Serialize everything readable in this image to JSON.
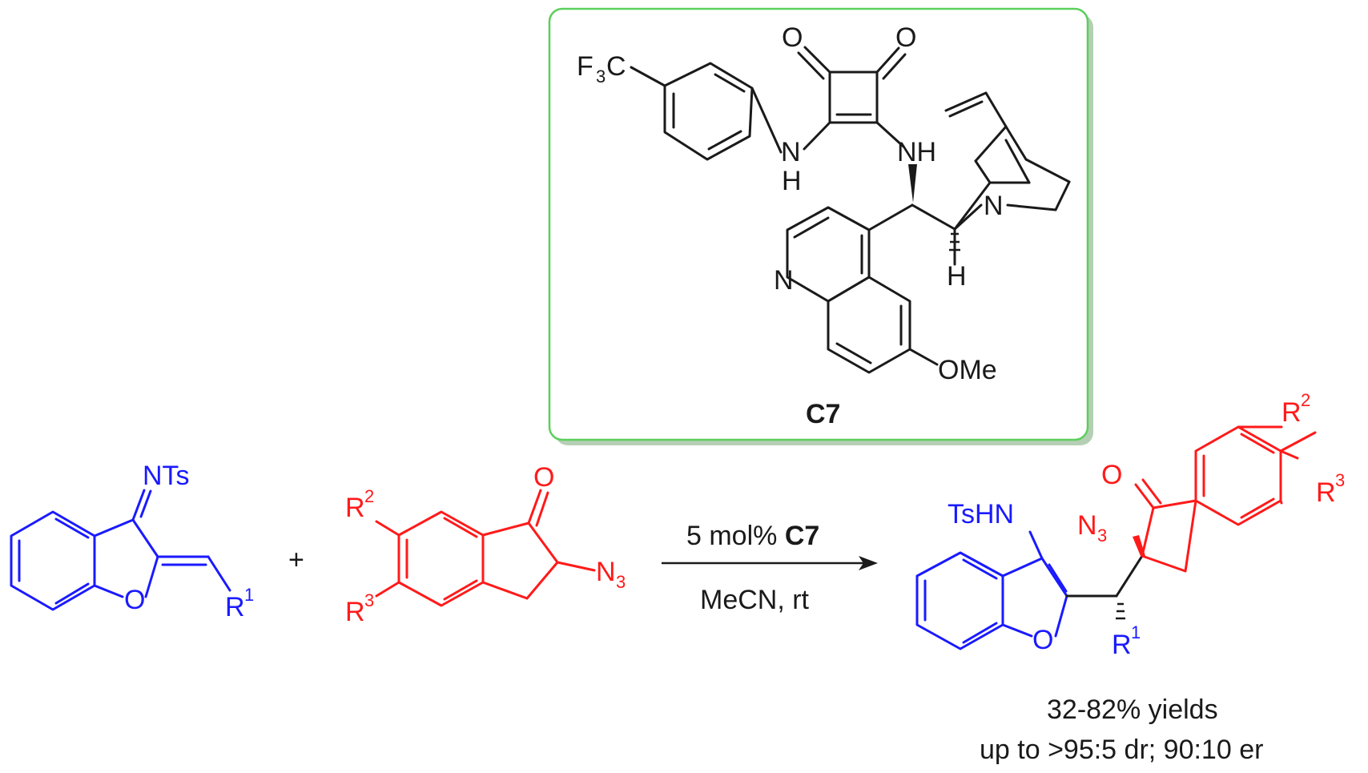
{
  "catalyst": {
    "label": "C7",
    "atoms": {
      "cf3_f": "F",
      "cf3_3": "3",
      "cf3_c": "C",
      "o1": "O",
      "o2": "O",
      "nh_left_n": "N",
      "nh_left_h": "H",
      "nh_right": "NH",
      "quin_n": "N",
      "h_bridge": "H",
      "ome": "OMe",
      "bicyclic_n": "N"
    }
  },
  "reactant1": {
    "nts": "NTs",
    "o": "O",
    "r": "R",
    "r_sup": "1"
  },
  "plus": "+",
  "reactant2": {
    "o": "O",
    "r2": "R",
    "r2_sup": "2",
    "r3": "R",
    "r3_sup": "3",
    "n3": "N",
    "n3_sub": "3"
  },
  "conditions": {
    "line1_prefix": "5 mol% ",
    "line1_bold": "C7",
    "line2": "MeCN, rt"
  },
  "product": {
    "tshn": "TsHN",
    "o_furan": "O",
    "r1": "R",
    "r1_sup": "1",
    "o_ketone": "O",
    "n3": "N",
    "n3_sub": "3",
    "r2": "R",
    "r2_sup": "2",
    "r3": "R",
    "r3_sup": "3"
  },
  "results": {
    "line1": "32-82% yields",
    "line2": "up to >95:5 dr; 90:10 er"
  },
  "colors": {
    "black": "#1a1a1a",
    "blue": "#1a1aff",
    "red": "#ff1a1a",
    "box_border": "#5ccf5c",
    "box_shadow": "#b5cfb5"
  }
}
